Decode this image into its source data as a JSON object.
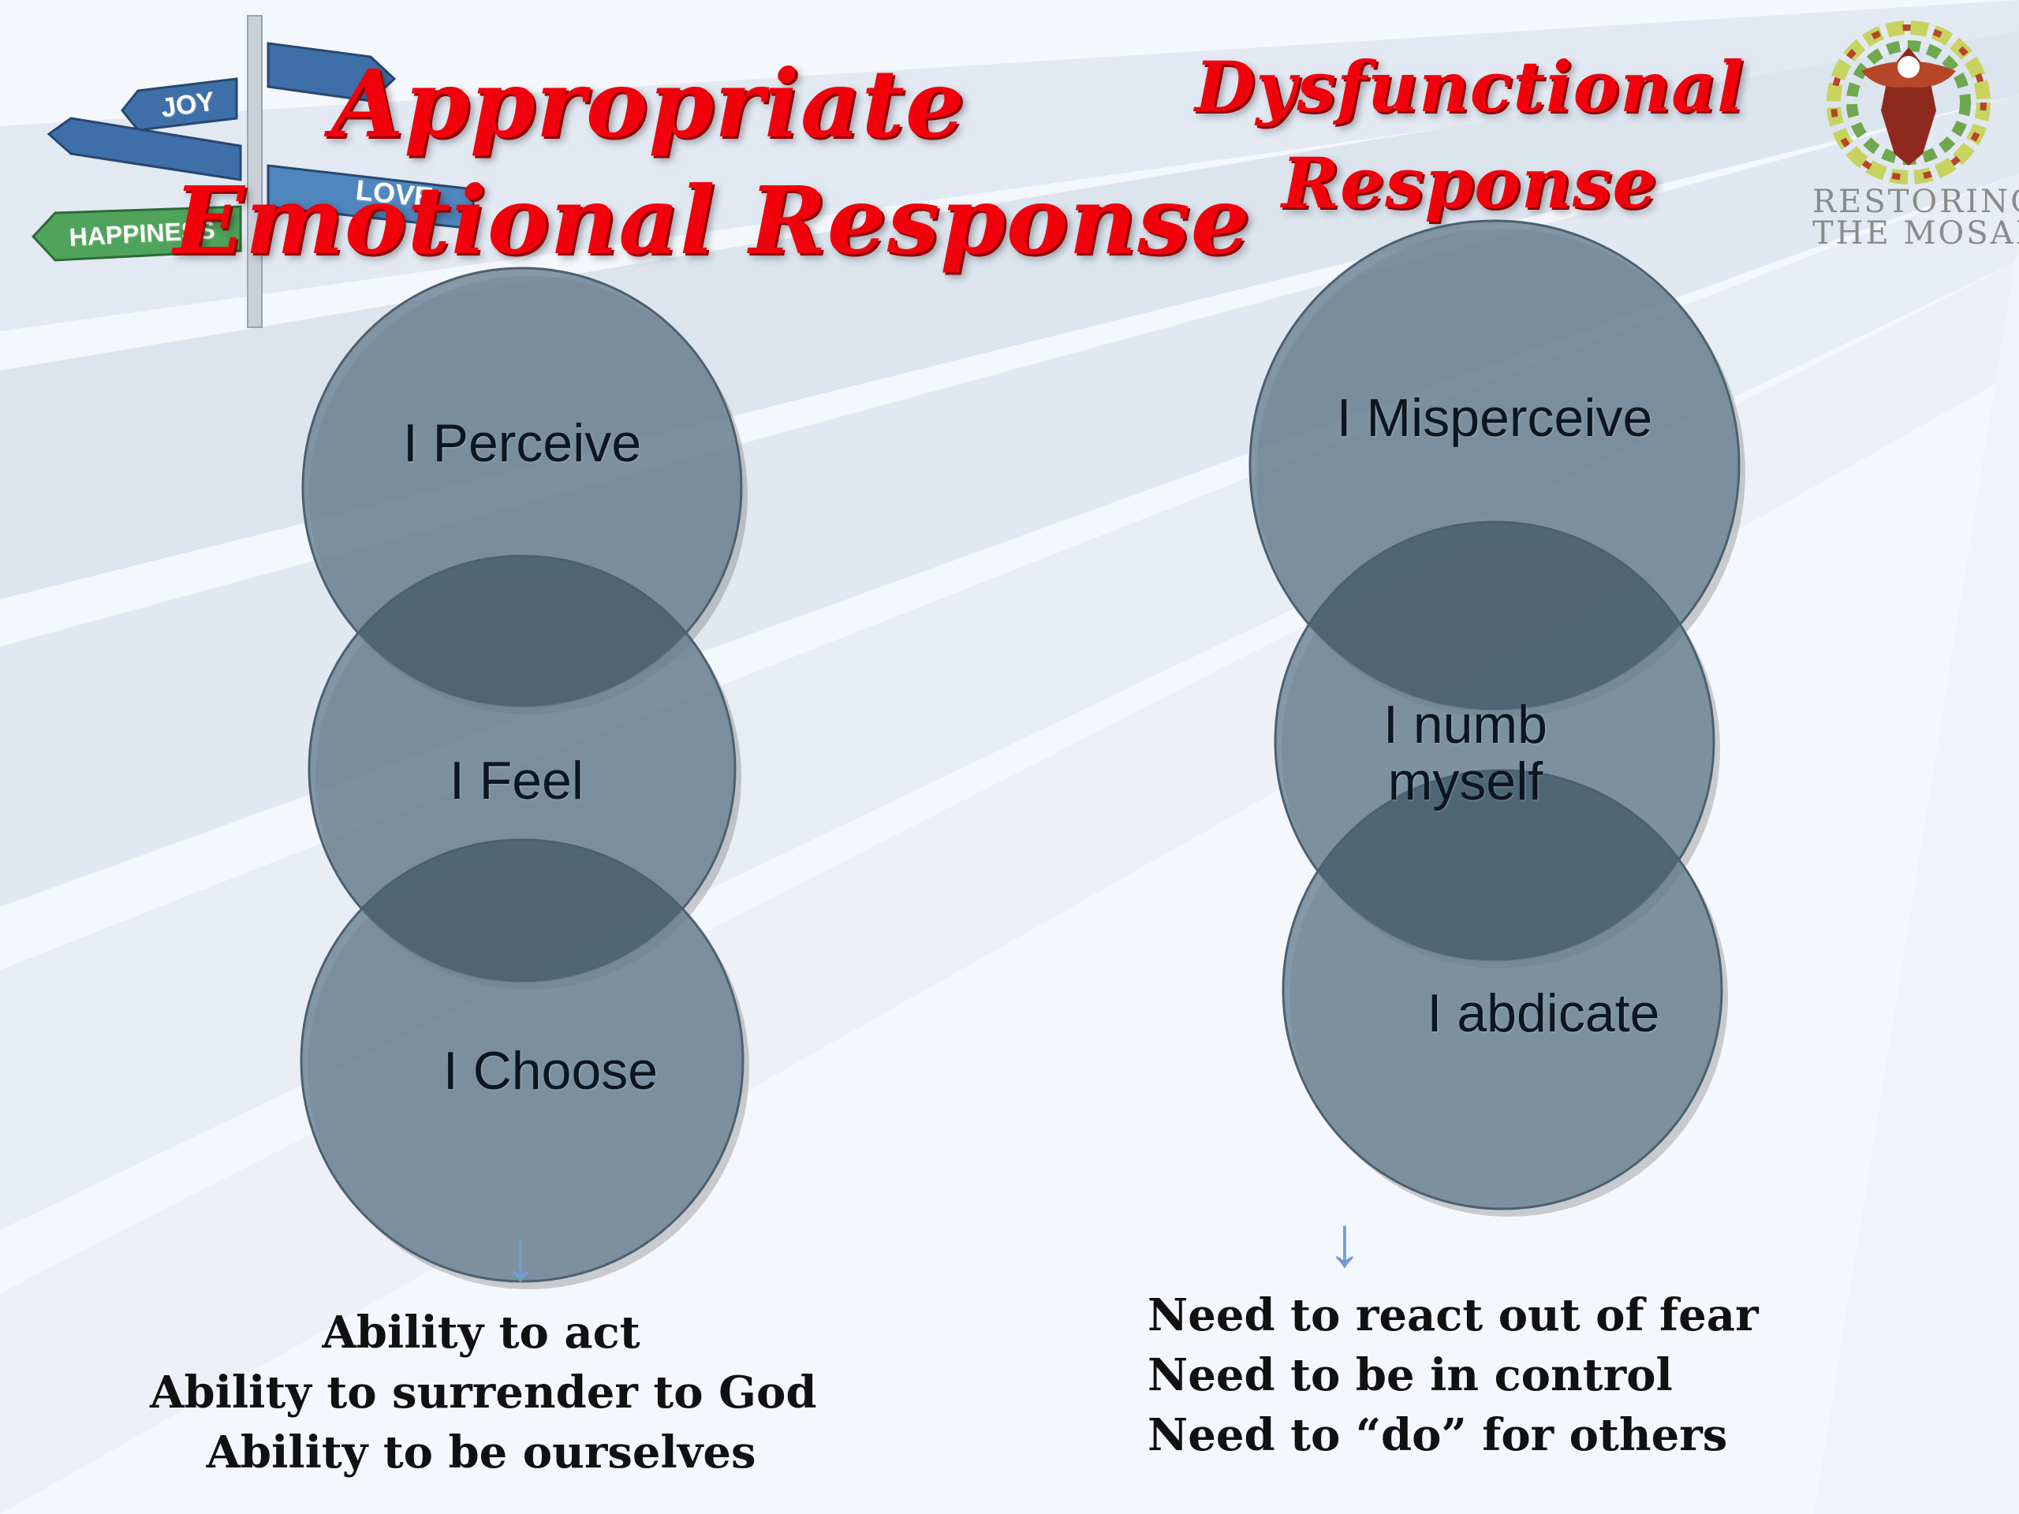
{
  "titles": {
    "left_line_1": "Appropriate",
    "left_line_2": "Emotional Response",
    "right_line_1": "Dysfunctional",
    "right_line_2": "Response"
  },
  "signpost": {
    "signs": [
      "JOY",
      "HAPPINESS",
      "LOVE"
    ]
  },
  "logo": {
    "line_1": "RESTORING",
    "line_2": "THE MOSAIC"
  },
  "appropriate": {
    "steps": [
      "I Perceive",
      "I Feel",
      "I Choose"
    ],
    "outcomes": [
      "Ability to act",
      "Ability to surrender to God",
      "Ability to be ourselves"
    ]
  },
  "dysfunctional": {
    "steps": [
      "I Misperceive",
      "I numb myself",
      "I abdicate"
    ],
    "outcomes": [
      "Need to react out of fear",
      "Need to be in control",
      "Need to “do” for others"
    ]
  },
  "arrow_glyph": "↓",
  "colors": {
    "title_red": "#f2000b",
    "circle_fill": "#6b8294",
    "overlap_fill": "#4a6070",
    "arrow_blue": "#6f9fd0"
  }
}
